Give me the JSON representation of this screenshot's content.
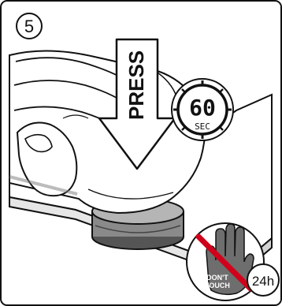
{
  "step": {
    "number": "5"
  },
  "arrow": {
    "label": "PRESS"
  },
  "timer": {
    "value": "60",
    "unit": "SEC"
  },
  "warning": {
    "text_line1": "DON'T",
    "text_line2": "TOUCH",
    "duration": "24h"
  },
  "colors": {
    "outline": "#111111",
    "pad": "#8a8a8a",
    "pad_dark": "#555555",
    "pad_light": "#b5b5b5",
    "ban_red": "#d0021b",
    "hand_gray": "#6e6e6e",
    "shadow": "#7a7a7a"
  }
}
